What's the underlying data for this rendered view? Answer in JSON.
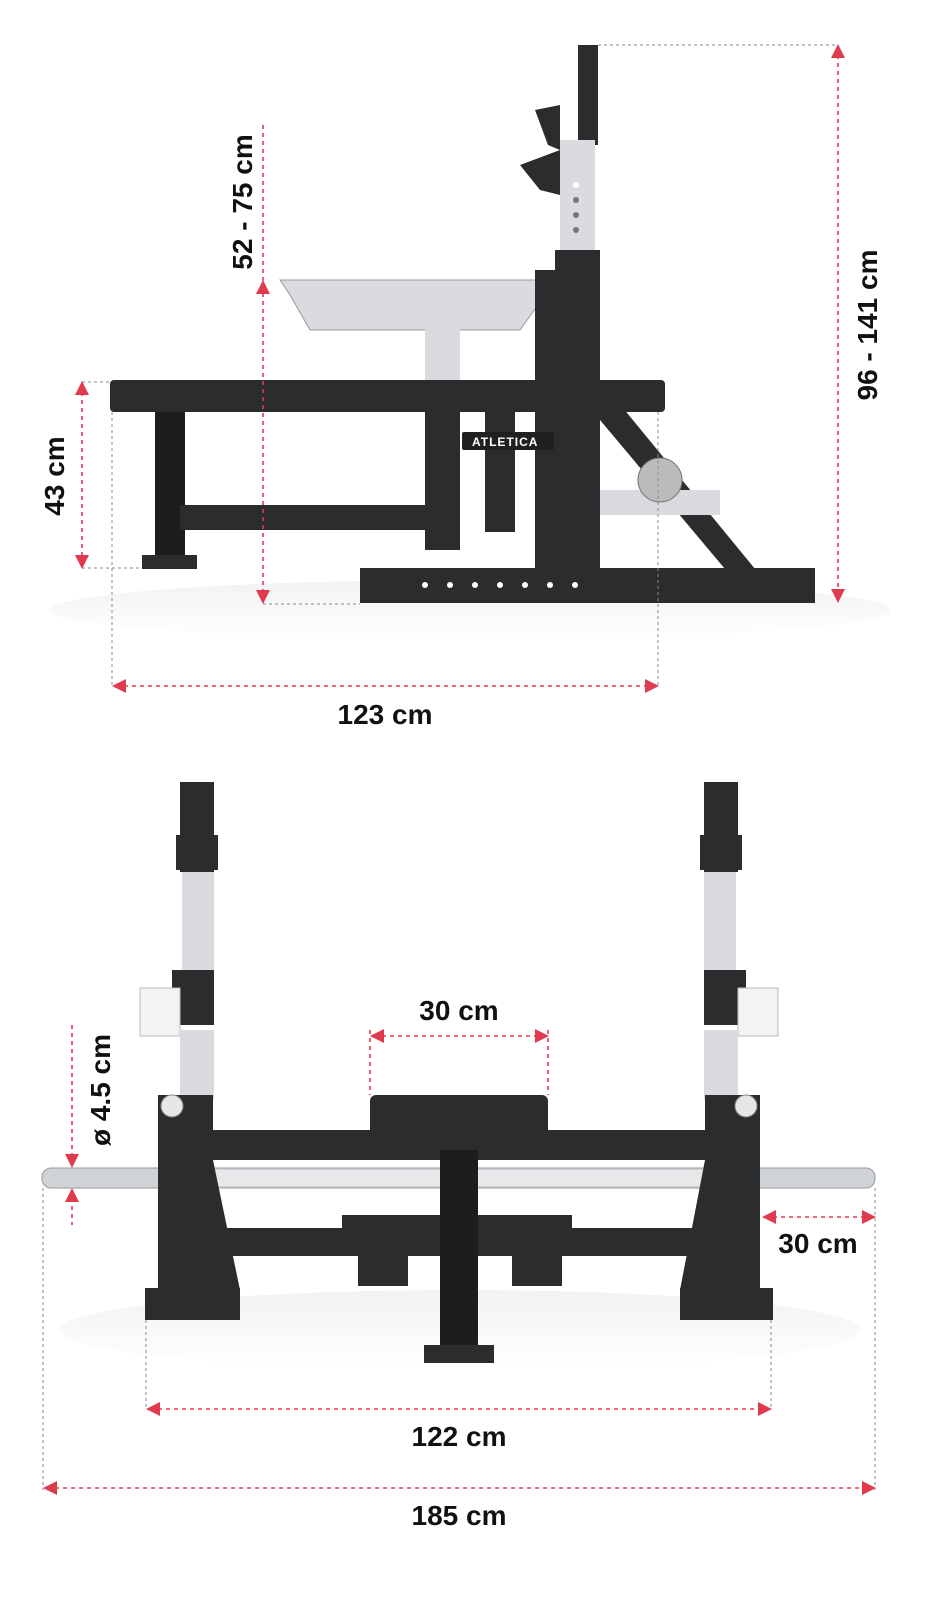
{
  "brand": "ATLETICA",
  "colors": {
    "dimension": "#e03a4f",
    "frame": "#2b2c2e",
    "steel": "#d9dbde"
  },
  "side_view": {
    "spotter_height": "52 - 75 cm",
    "rack_height": "96 - 141 cm",
    "bench_height": "43 cm",
    "bench_length": "123 cm"
  },
  "front_view": {
    "seat_width": "30 cm",
    "bar_diameter": "ø 4.5 cm",
    "sleeve_length": "30 cm",
    "frame_width": "122 cm",
    "total_width": "185 cm"
  }
}
